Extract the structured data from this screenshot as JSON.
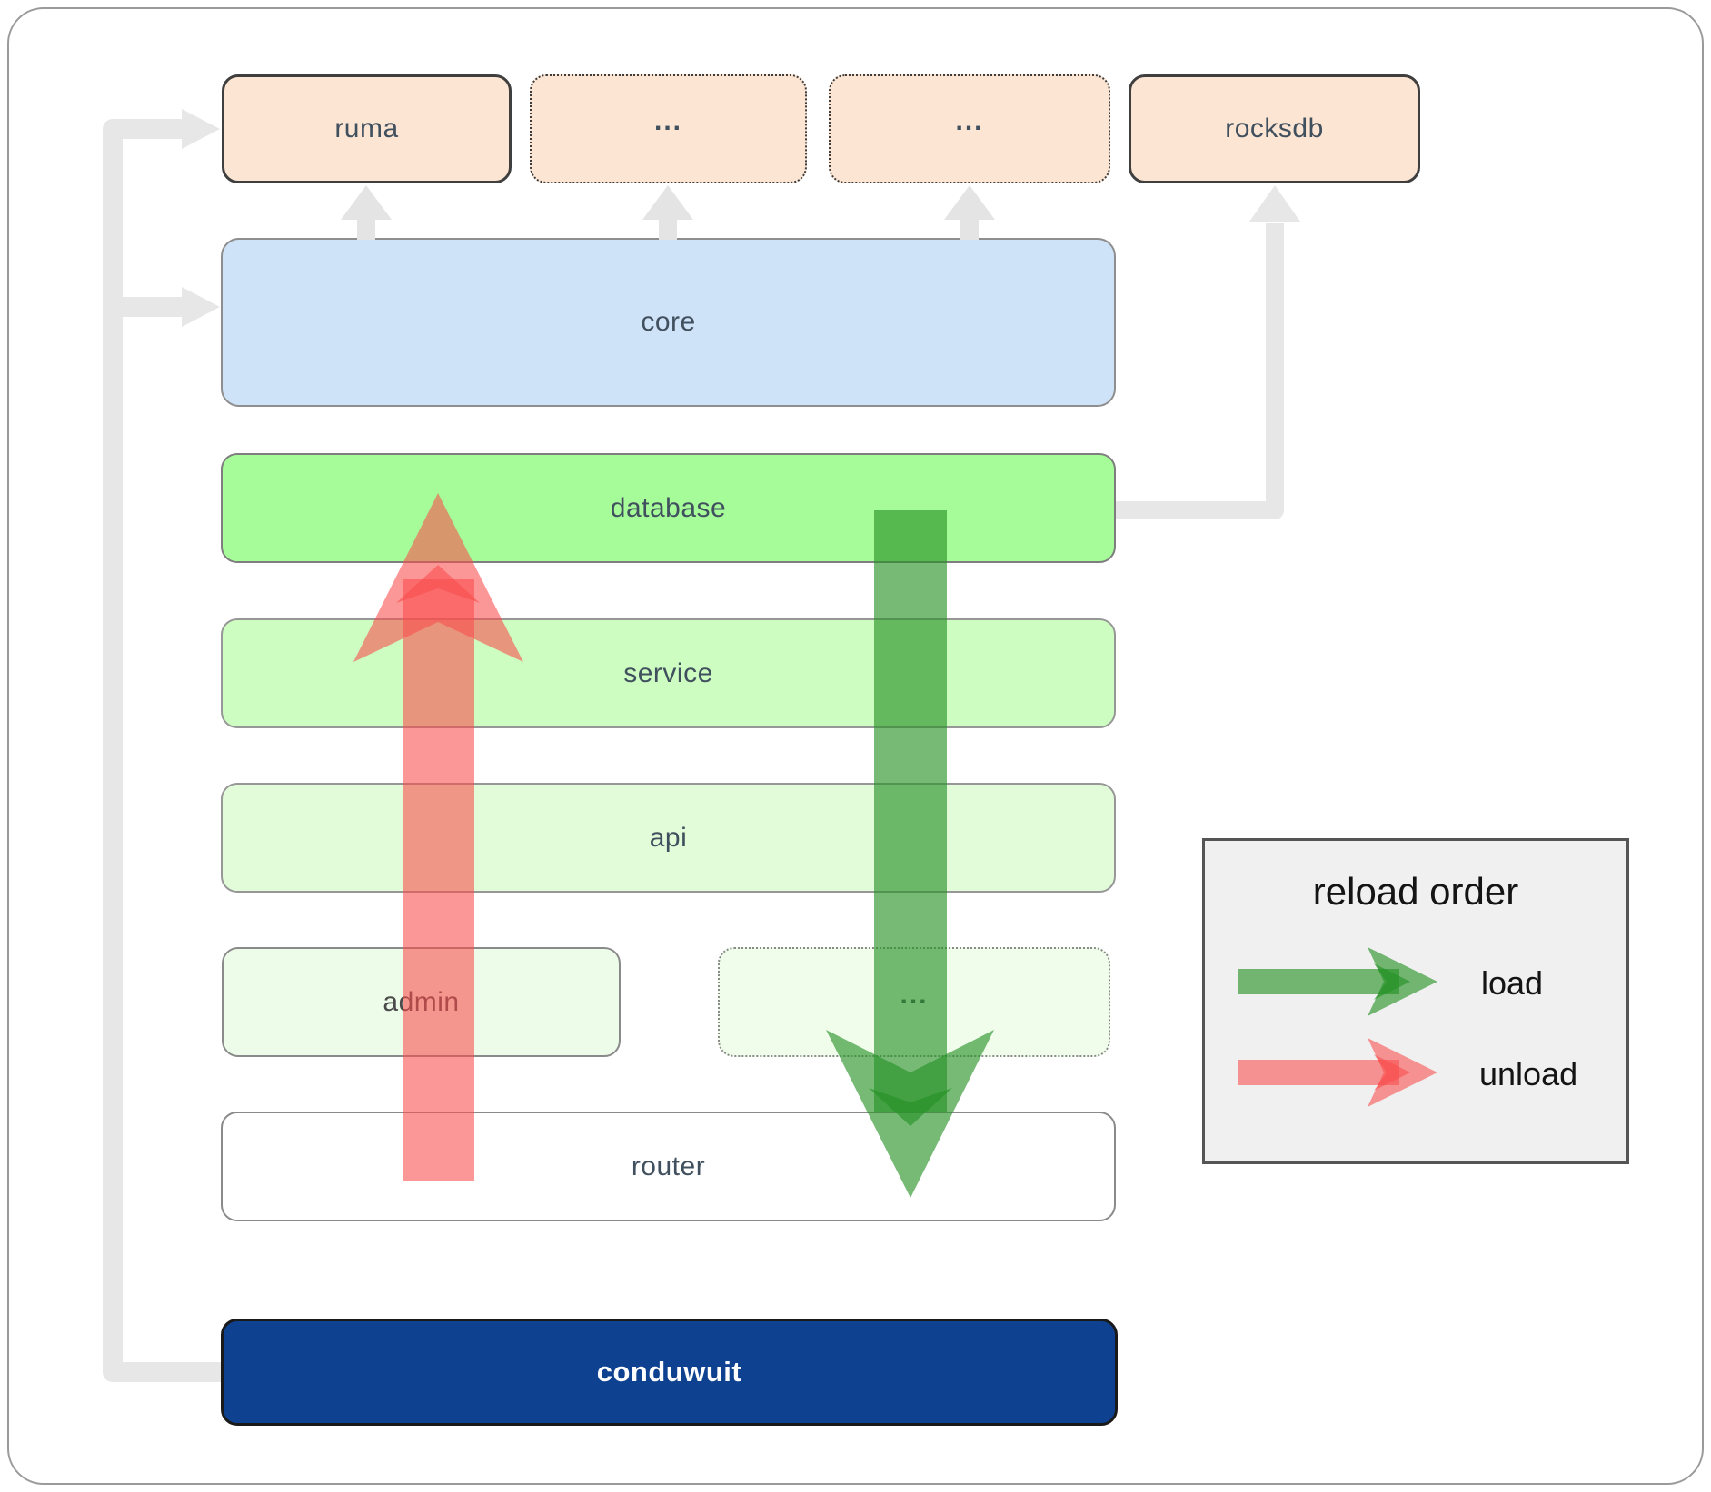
{
  "boxes": {
    "ruma": "ruma",
    "ellipsis1": "...",
    "ellipsis2": "...",
    "rocksdb": "rocksdb",
    "core": "core",
    "database": "database",
    "service": "service",
    "api": "api",
    "admin": "admin",
    "ellipsis3": "...",
    "router": "router",
    "conduwuit": "conduwuit"
  },
  "legend": {
    "title": "reload order",
    "items": [
      {
        "label": "load",
        "color": "#2e932e"
      },
      {
        "label": "unload",
        "color": "#f94c4c"
      }
    ]
  },
  "colors": {
    "load_arrow_green": "#269226",
    "unload_arrow_red": "#f94c4c",
    "connector_gray": "#e7e7e7",
    "dependency_fill": "#fce5d3",
    "core_fill": "#cfe3f8",
    "database_fill": "#a6fc99",
    "service_fill": "#cdfdc1",
    "api_fill": "#e2fcd9",
    "admin_fill": "#edfce8",
    "app_fill": "#0e4190",
    "legend_fill": "#f0f0f0"
  }
}
